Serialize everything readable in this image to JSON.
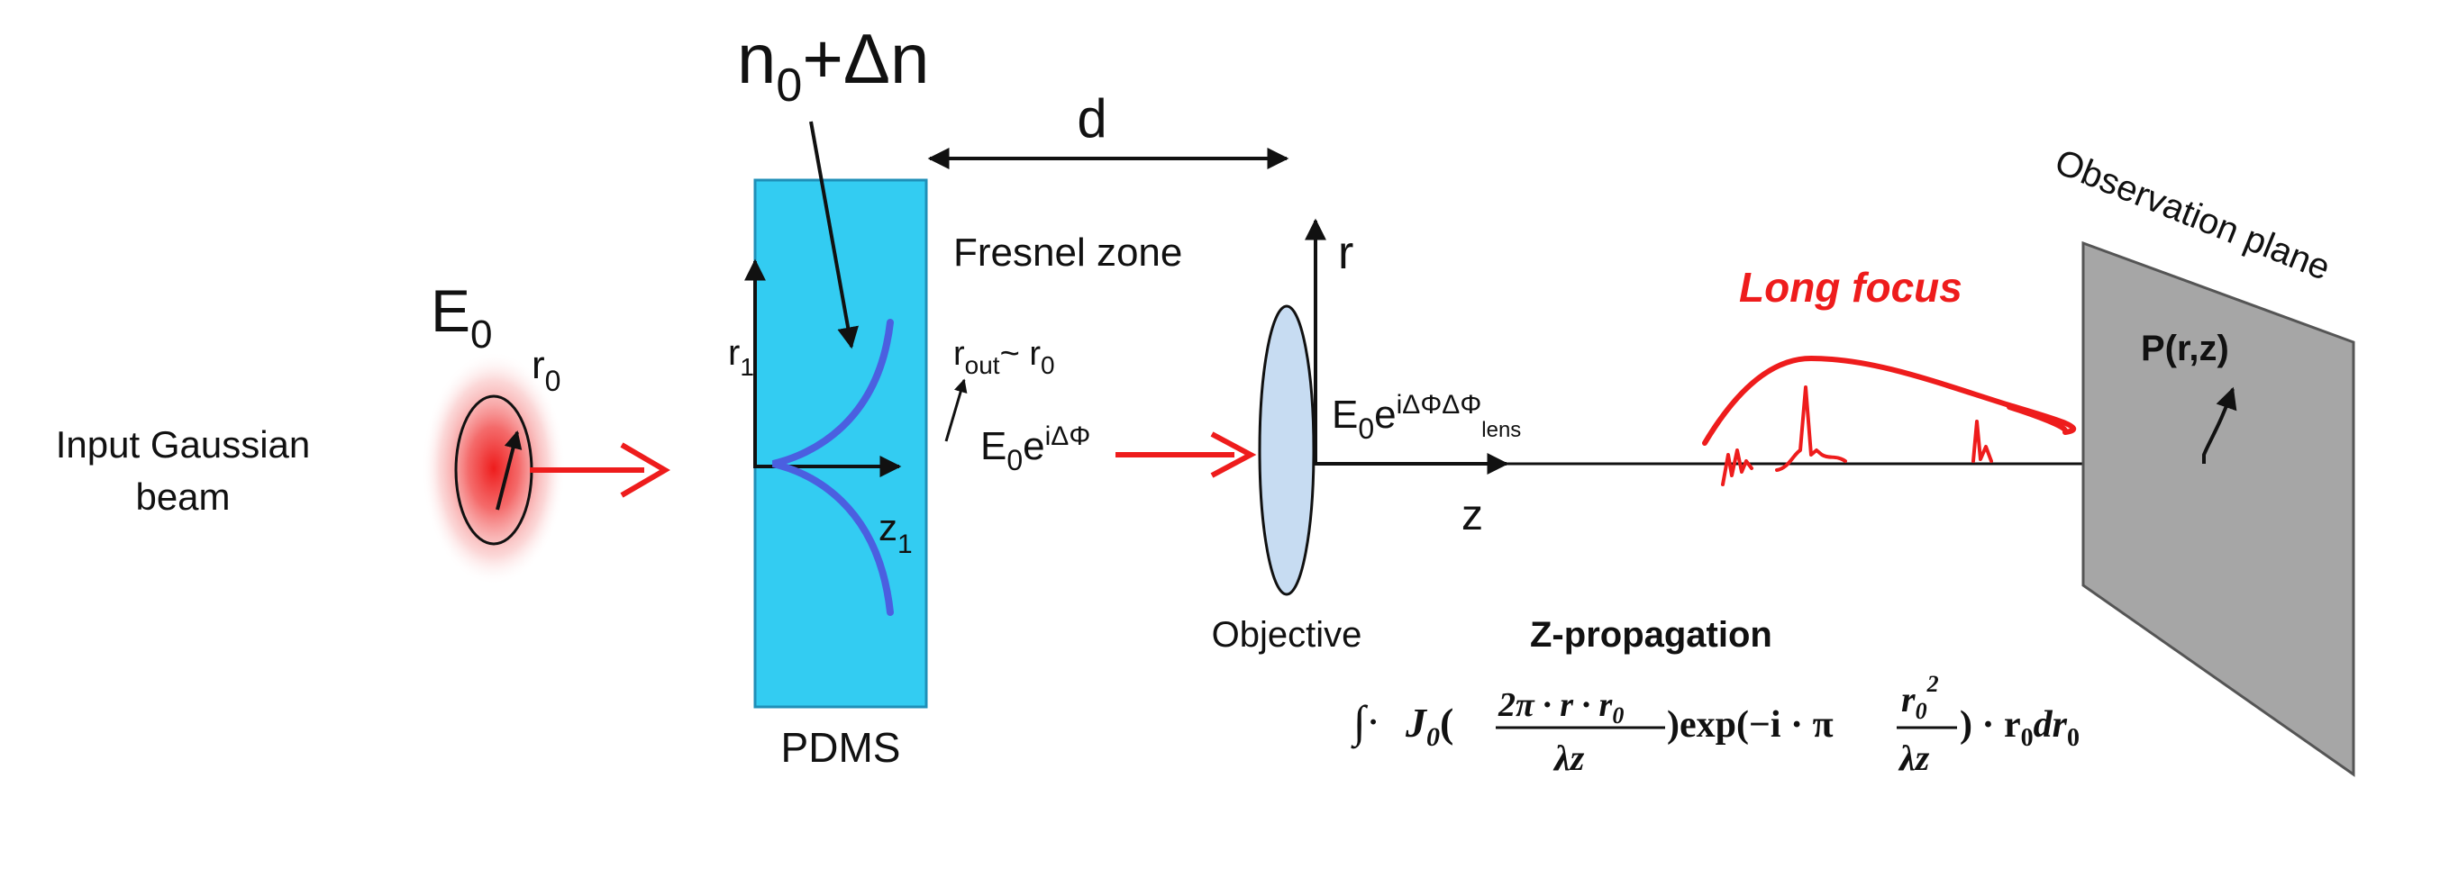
{
  "labels": {
    "n_base": "n",
    "n_sub": "0",
    "n_rest": "+Δn",
    "distance": "d",
    "fresnel_zone": "Fresnel zone",
    "e0_main": "E",
    "e0_sub": "0",
    "r0_main": "r",
    "r0_sub": "0",
    "input_line1": "Input Gaussian",
    "input_line2": "beam",
    "r1_main": "r",
    "r1_sub": "1",
    "z1_main": "z",
    "z1_sub": "1",
    "rout_main": "r",
    "rout_sub": "out",
    "rout_tilde": "~ r",
    "rout_r0_sub": "0",
    "phase_in_main": "E",
    "phase_in_sub": "0",
    "phase_in_e": "e",
    "phase_in_sup": "iΔΦ",
    "phase_lens_main": "E",
    "phase_lens_sub": "0",
    "phase_lens_e": "e",
    "phase_lens_sup": "iΔΦΔΦ",
    "phase_lens_supsub": "lens",
    "r_axis": "r",
    "z_axis": "z",
    "objective": "Objective",
    "pdms": "PDMS",
    "long_focus": "Long focus",
    "observation_plane": "Observation plane",
    "point": "P(r,z)",
    "z_propagation": "Z-propagation",
    "formula": {
      "prefix": "∫·",
      "J": "J",
      "J_sub": "0",
      "open": "(",
      "num1": "2π · r · r",
      "num1_sub": "0",
      "den1": "λz",
      "exp_part": ")exp(−i · π",
      "num2": "r",
      "num2_sub": "0",
      "num2_sup": "2",
      "den2": "λz",
      "tail": ") · r",
      "tail_sub": "0",
      "tail_end": "dr",
      "tail_end_sub": "0"
    }
  },
  "colors": {
    "pdms_fill": "#33ccf2",
    "pdms_edge": "#1f8fb8",
    "beam_red": "#ee1c1c",
    "curve_blue": "#4b5fe0",
    "lens_fill": "#c7dcf2",
    "plane_fill": "#a6a6a6",
    "ink": "#111111"
  }
}
